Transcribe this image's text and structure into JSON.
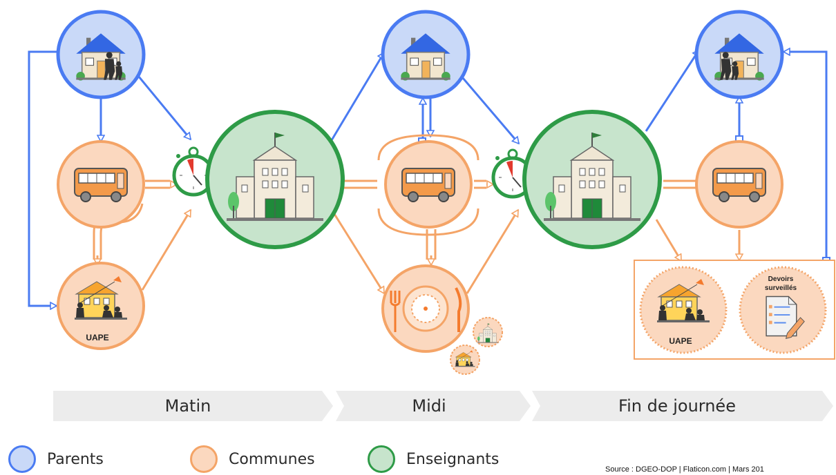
{
  "phases": {
    "matin": "Matin",
    "midi": "Midi",
    "fin": "Fin de journée"
  },
  "legend": {
    "parents": "Parents",
    "communes": "Communes",
    "enseignants": "Enseignants"
  },
  "labels": {
    "uape_1": "UAPE",
    "uape_2": "UAPE",
    "devoirs_1": "Devoirs",
    "devoirs_2": "surveillés"
  },
  "source": "Source : DGEO-DOP | Flaticon.com | Mars 201",
  "colors": {
    "parents": "#4a7bf2",
    "parents_fill": "#c9d9f8",
    "communes": "#f4a467",
    "communes_fill": "#fbd8bf",
    "enseignants": "#2e9b47",
    "enseignants_fill": "#c7e4cc",
    "phase_band": "#ececec"
  },
  "icons": [
    "house-icon",
    "bus-icon",
    "school-icon",
    "stopwatch-icon",
    "uape-icon",
    "meal-icon",
    "homework-icon"
  ]
}
